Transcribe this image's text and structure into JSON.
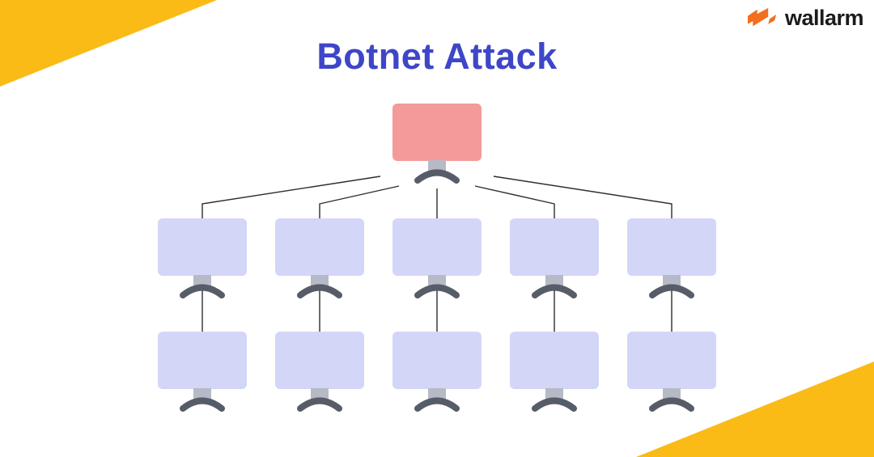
{
  "header": {
    "title": "Botnet Attack"
  },
  "brand": {
    "name": "wallarm",
    "icon": "wallarm-flag-icon"
  },
  "colors": {
    "title": "#3E46C8",
    "accent_yellow": "#FABB17",
    "logo_orange": "#F36E1F",
    "logo_text": "#1B1B1B",
    "attacker_screen": "#F49A9A",
    "bot_screen": "#D4D6F8",
    "stand_neck": "#B6BAC6",
    "stand_base": "#575D68",
    "connector": "#2E2E2E"
  },
  "diagram": {
    "type": "tree",
    "nodes": [
      {
        "id": "attacker",
        "role": "command-computer",
        "row": 0,
        "col": 2,
        "screen_color_key": "attacker_screen"
      },
      {
        "id": "bot-1",
        "role": "bot-computer",
        "row": 1,
        "col": 0,
        "screen_color_key": "bot_screen"
      },
      {
        "id": "bot-2",
        "role": "bot-computer",
        "row": 1,
        "col": 1,
        "screen_color_key": "bot_screen"
      },
      {
        "id": "bot-3",
        "role": "bot-computer",
        "row": 1,
        "col": 2,
        "screen_color_key": "bot_screen"
      },
      {
        "id": "bot-4",
        "role": "bot-computer",
        "row": 1,
        "col": 3,
        "screen_color_key": "bot_screen"
      },
      {
        "id": "bot-5",
        "role": "bot-computer",
        "row": 1,
        "col": 4,
        "screen_color_key": "bot_screen"
      },
      {
        "id": "bot-6",
        "role": "bot-computer",
        "row": 2,
        "col": 0,
        "screen_color_key": "bot_screen"
      },
      {
        "id": "bot-7",
        "role": "bot-computer",
        "row": 2,
        "col": 1,
        "screen_color_key": "bot_screen"
      },
      {
        "id": "bot-8",
        "role": "bot-computer",
        "row": 2,
        "col": 2,
        "screen_color_key": "bot_screen"
      },
      {
        "id": "bot-9",
        "role": "bot-computer",
        "row": 2,
        "col": 3,
        "screen_color_key": "bot_screen"
      },
      {
        "id": "bot-10",
        "role": "bot-computer",
        "row": 2,
        "col": 4,
        "screen_color_key": "bot_screen"
      }
    ],
    "edges": [
      [
        "attacker",
        "bot-1"
      ],
      [
        "attacker",
        "bot-2"
      ],
      [
        "attacker",
        "bot-3"
      ],
      [
        "attacker",
        "bot-4"
      ],
      [
        "attacker",
        "bot-5"
      ],
      [
        "bot-1",
        "bot-6"
      ],
      [
        "bot-2",
        "bot-7"
      ],
      [
        "bot-3",
        "bot-8"
      ],
      [
        "bot-4",
        "bot-9"
      ],
      [
        "bot-5",
        "bot-10"
      ]
    ]
  }
}
